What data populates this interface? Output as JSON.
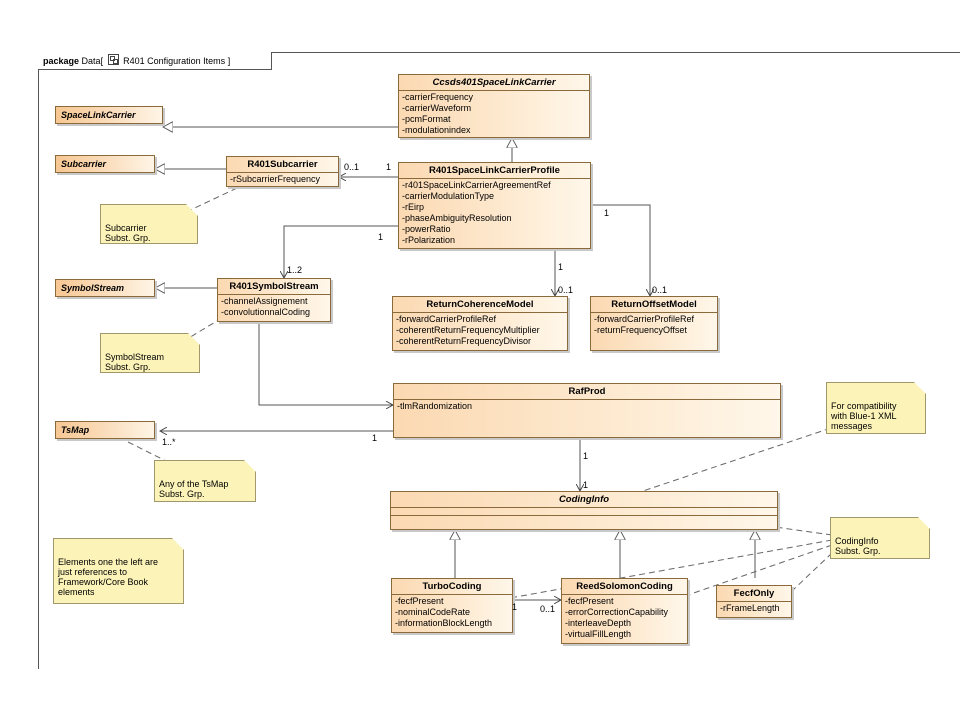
{
  "package": {
    "keyword": "package",
    "name": "Data",
    "diagram_title": "R401 Configuration Items",
    "bracket_open": "[",
    "bracket_close": "]"
  },
  "classes": {
    "ccsds": {
      "title": "Ccsds401SpaceLinkCarrier",
      "attrs": [
        "-carrierFrequency",
        "-carrierWaveform",
        "-pcmFormat",
        "-modulationindex"
      ]
    },
    "subcarrier": {
      "title": "R401Subcarrier",
      "attrs": [
        "-rSubcarrierFrequency"
      ]
    },
    "profile": {
      "title": "R401SpaceLinkCarrierProfile",
      "attrs": [
        "-r401SpaceLinkCarrierAgreementRef",
        "-carrierModulationType",
        "-rEirp",
        "-phaseAmbiguityResolution",
        "-powerRatio",
        "-rPolarization"
      ]
    },
    "symbolstream": {
      "title": "R401SymbolStream",
      "attrs": [
        "-channelAssignement",
        "-convolutionnalCoding"
      ]
    },
    "returncoherence": {
      "title": "ReturnCoherenceModel",
      "attrs": [
        "-forwardCarrierProfileRef",
        "-coherentReturnFrequencyMultiplier",
        "-coherentReturnFrequencyDivisor"
      ]
    },
    "returnoffset": {
      "title": "ReturnOffsetModel",
      "attrs": [
        "-forwardCarrierProfileRef",
        "-returnFrequencyOffset"
      ]
    },
    "rafprod": {
      "title": "RafProd",
      "attrs": [
        "-tlmRandomization"
      ]
    },
    "codinginfo": {
      "title": "CodingInfo",
      "attrs": []
    },
    "turbo": {
      "title": "TurboCoding",
      "attrs": [
        "-fecfPresent",
        "-nominalCodeRate",
        "-informationBlockLength"
      ]
    },
    "reedsolomon": {
      "title": "ReedSolomonCoding",
      "attrs": [
        "-fecfPresent",
        "-errorCorrectionCapability",
        "-interleaveDepth",
        "-virtualFillLength"
      ]
    },
    "fecfonly": {
      "title": "FecfOnly",
      "attrs": [
        "-rFrameLength"
      ]
    }
  },
  "references": {
    "spacelinkcarrier": "SpaceLinkCarrier",
    "subcarrier": "Subcarrier",
    "symbolstream": "SymbolStream",
    "tsmap": "TsMap"
  },
  "notes": {
    "subcarrier": "Subcarrier\n Subst. Grp.",
    "symbolstream": "SymbolStream\nSubst. Grp.",
    "tsmap": "Any of the TsMap\nSubst. Grp.",
    "elements": "Elements one the left are\njust references to\nFramework/Core Book\nelements",
    "compat": "For compatibility\nwith Blue-1 XML\nmessages",
    "codinginfo": "CodingInfo\nSubst. Grp."
  },
  "multiplicities": {
    "sub_01": "0..1",
    "sub_1": "1",
    "sym_12": "1..2",
    "sym_1": "1",
    "rc_1": "1",
    "rc_01": "0..1",
    "ro_1": "1",
    "ro_01": "0..1",
    "ts_1star": "1..*",
    "ts_1": "1",
    "ci_1a": "1",
    "ci_1b": "1",
    "tr_1": "1",
    "tr_01": "0..1"
  }
}
